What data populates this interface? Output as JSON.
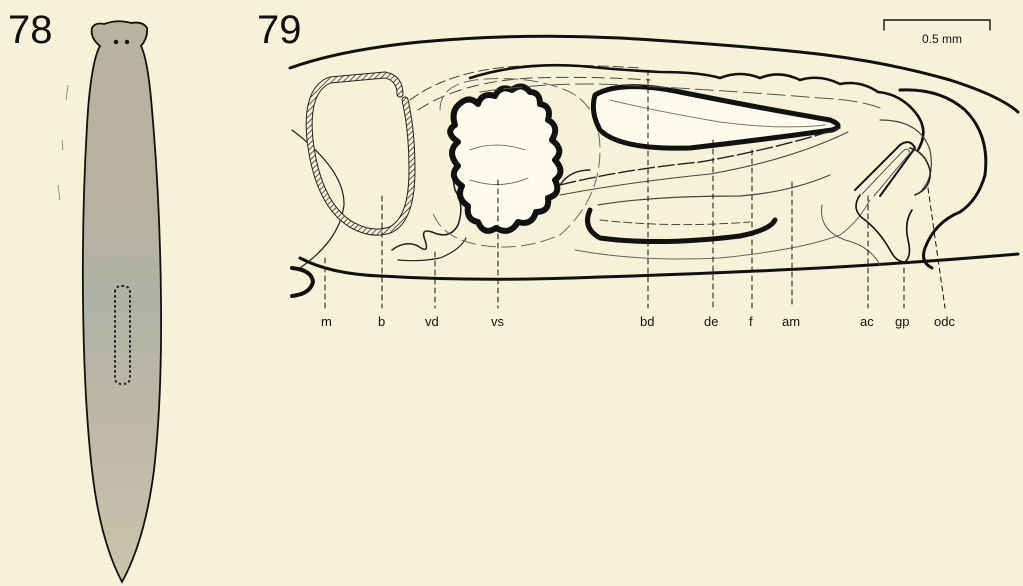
{
  "figure_78": {
    "number": "78"
  },
  "figure_79": {
    "number": "79",
    "scale_bar_label": "0.5 mm",
    "labels": [
      "m",
      "b",
      "vd",
      "vs",
      "bd",
      "de",
      "f",
      "am",
      "ac",
      "gp",
      "odc"
    ]
  }
}
